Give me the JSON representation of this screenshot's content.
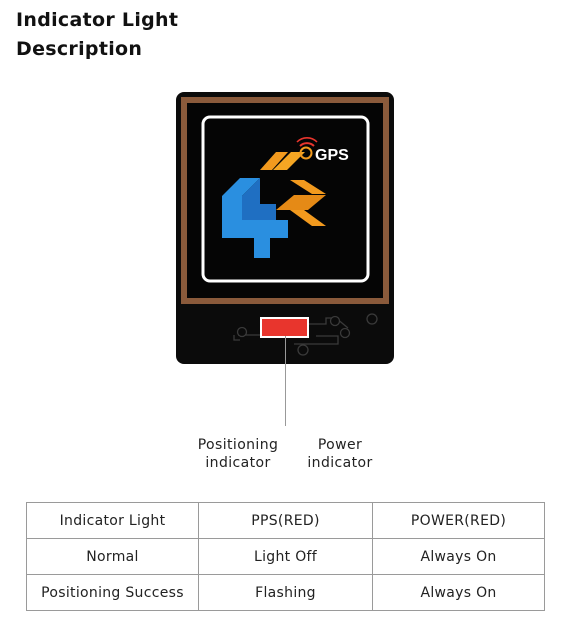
{
  "title": {
    "line1": "Indicator Light",
    "line2": "Description"
  },
  "device": {
    "logo_text": "GPS",
    "logo_icon": "satellite-dish-icon",
    "led_color": "#e8352d"
  },
  "labels": {
    "positioning": [
      "Positioning",
      "indicator"
    ],
    "power": [
      "Power",
      "indicator"
    ]
  },
  "table": {
    "header": [
      "Indicator Light",
      "PPS(RED)",
      "POWER(RED)"
    ],
    "rows": [
      [
        "Normal",
        "Light Off",
        "Always On"
      ],
      [
        "Positioning Success",
        "Flashing",
        "Always On"
      ]
    ]
  }
}
